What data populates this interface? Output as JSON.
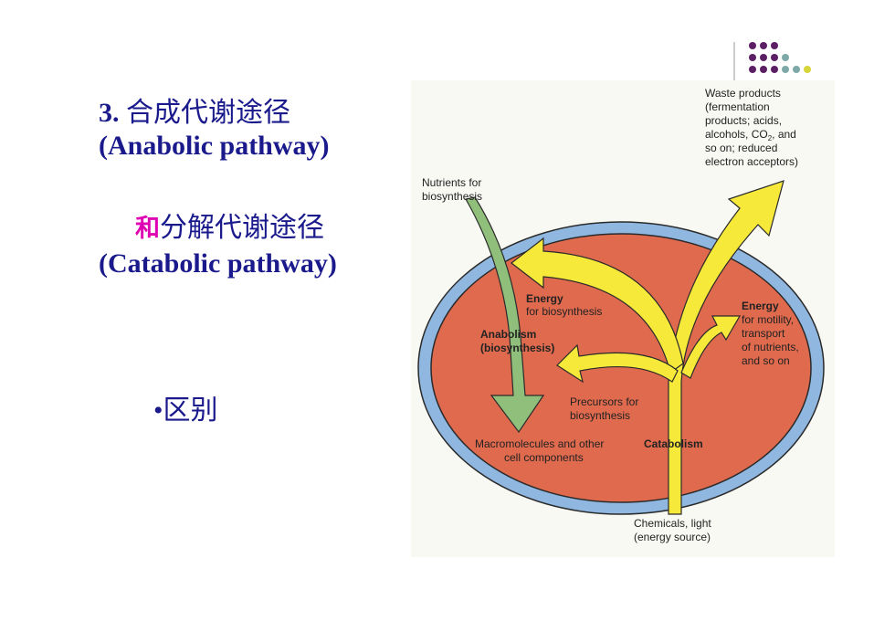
{
  "slide": {
    "title_number": "3.",
    "title_cn": " 合成代谢途径",
    "title_en": "(Anabolic pathway)",
    "subtitle_he": "和",
    "subtitle_cn": "分解代谢途径",
    "subtitle_en": "(Catabolic pathway)",
    "bullet": "•区别"
  },
  "diagram": {
    "waste": [
      "Waste products",
      "(fermentation",
      "products; acids,",
      "alcohols, CO",
      "2",
      ", and",
      "so on; reduced",
      "electron acceptors)"
    ],
    "nutrients": [
      "Nutrients for",
      "biosynthesis"
    ],
    "energy_bio_title": "Energy",
    "energy_bio_sub": "for biosynthesis",
    "anabolism": [
      "Anabolism",
      "(biosynthesis)"
    ],
    "energy_mot_title": "Energy",
    "energy_mot": [
      "for motility,",
      "transport",
      "of nutrients,",
      "and so on"
    ],
    "precursors": [
      "Precursors for",
      "biosynthesis"
    ],
    "macromolecules": [
      "Macromolecules and other",
      "cell components"
    ],
    "catabolism": "Catabolism",
    "chemicals": [
      "Chemicals, light",
      "(energy source)"
    ]
  },
  "colors": {
    "title": "#1a1a8c",
    "he": "#e000b4",
    "cell_fill": "#e06a4e",
    "membrane": "#8fb7e0",
    "arrow_yellow": "#f7e93a",
    "arrow_green": "#8fbf7a",
    "dot_purple": "#5b1f63",
    "dot_teal": "#7fa8a8",
    "dot_yellow": "#d6d63a"
  }
}
